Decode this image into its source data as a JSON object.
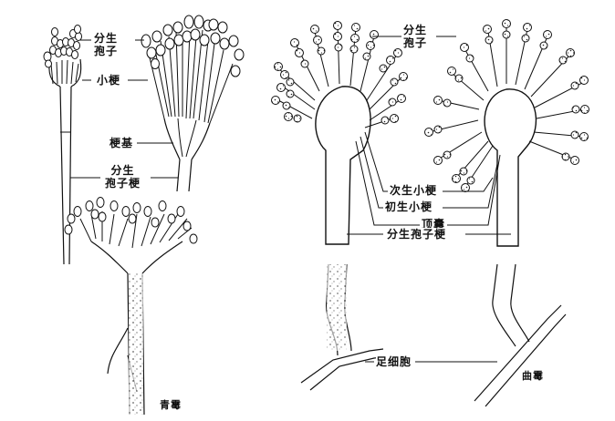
{
  "figure": {
    "left_panel": {
      "organism_caption": "青霉",
      "labels": {
        "conidia": [
          "分生",
          "孢子"
        ],
        "phialide": "小梗",
        "metula": "梗基",
        "conidiophore": [
          "分生",
          "孢子梗"
        ]
      }
    },
    "right_panel": {
      "organism_caption": "曲霉",
      "labels": {
        "conidia": [
          "分生",
          "孢子"
        ],
        "secondary_sterigmata": "次生小梗",
        "primary_sterigmata": "初生小梗",
        "vesicle": "顶囊",
        "conidiophore": "分生孢子梗",
        "foot_cell": "足细胞"
      }
    },
    "colors": {
      "ink": "#111111",
      "background": "#ffffff"
    }
  }
}
